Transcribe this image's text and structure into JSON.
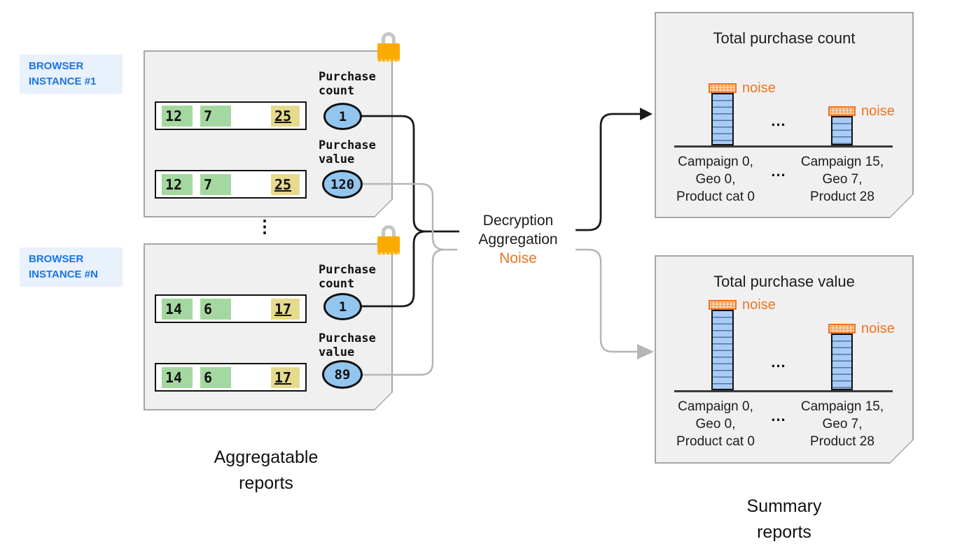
{
  "colors": {
    "instance_label_text": "#1a73e8",
    "instance_label_bg": "#e8f1fc",
    "cell_green": "#a5d7a0",
    "cell_yellow": "#e6da8d",
    "circle_blue": "#92c6ef",
    "bar_blue": "#a9ccf7",
    "noise_orange": "#f0731f",
    "noise_cap_fill": "#fbcda6",
    "lock_orange": "#fbab00",
    "count_line": "#1a1a1a",
    "value_line": "#b5b5b5",
    "report_box_fill": "#f0f0f0",
    "report_box_border": "#a6a6a6"
  },
  "left_section": {
    "instances": [
      {
        "label_lines": [
          "BROWSER",
          "INSTANCE #1"
        ],
        "reports": [
          {
            "cells": [
              "12",
              "7"
            ],
            "key_cell": "25",
            "metric_label": "Purchase count",
            "metric_value": "1"
          },
          {
            "cells": [
              "12",
              "7"
            ],
            "key_cell": "25",
            "metric_label": "Purchase value",
            "metric_value": "120"
          }
        ]
      },
      {
        "label_lines": [
          "BROWSER",
          "INSTANCE #N"
        ],
        "reports": [
          {
            "cells": [
              "14",
              "6"
            ],
            "key_cell": "17",
            "metric_label": "Purchase count",
            "metric_value": "1"
          },
          {
            "cells": [
              "14",
              "6"
            ],
            "key_cell": "17",
            "metric_label": "Purchase value",
            "metric_value": "89"
          }
        ]
      }
    ],
    "ellipsis": "⋮",
    "caption_lines": [
      "Aggregatable",
      "reports"
    ]
  },
  "process": {
    "lines": [
      "Decryption",
      "Aggregation",
      "Noise"
    ]
  },
  "right_section": {
    "caption_lines": [
      "Summary",
      "reports"
    ],
    "charts": [
      {
        "title": "Total purchase count",
        "bars": [
          {
            "noise_label": "noise"
          },
          {
            "noise_label": "noise"
          }
        ],
        "mid_dots": "...",
        "label_dots": "...",
        "group_labels": [
          [
            "Campaign 0,",
            "Geo 0,",
            "Product cat 0"
          ],
          [
            "Campaign 15,",
            "Geo 7,",
            "Product 28"
          ]
        ]
      },
      {
        "title": "Total purchase value",
        "bars": [
          {
            "noise_label": "noise"
          },
          {
            "noise_label": "noise"
          }
        ],
        "mid_dots": "...",
        "label_dots": "...",
        "group_labels": [
          [
            "Campaign 0,",
            "Geo 0,",
            "Product cat 0"
          ],
          [
            "Campaign 15,",
            "Geo 7,",
            "Product 28"
          ]
        ]
      }
    ]
  },
  "chart_data": [
    {
      "type": "bar",
      "title": "Total purchase count",
      "categories": [
        "Campaign 0, Geo 0, Product cat 0",
        "...",
        "Campaign 15, Geo 7, Product 28"
      ],
      "series": [
        {
          "name": "aggregated value (relative height, no numeric axis shown)",
          "values": [
            75,
            null,
            42
          ]
        },
        {
          "name": "noise (relative height)",
          "values": [
            14,
            null,
            14
          ]
        }
      ],
      "ylabel": "",
      "xlabel": "",
      "legend": [
        "noise"
      ],
      "grid": false
    },
    {
      "type": "bar",
      "title": "Total purchase value",
      "categories": [
        "Campaign 0, Geo 0, Product cat 0",
        "...",
        "Campaign 15, Geo 7, Product 28"
      ],
      "series": [
        {
          "name": "aggregated value (relative height, no numeric axis shown)",
          "values": [
            115,
            null,
            81
          ]
        },
        {
          "name": "noise (relative height)",
          "values": [
            14,
            null,
            14
          ]
        }
      ],
      "ylabel": "",
      "xlabel": "",
      "legend": [
        "noise"
      ],
      "grid": false
    }
  ]
}
